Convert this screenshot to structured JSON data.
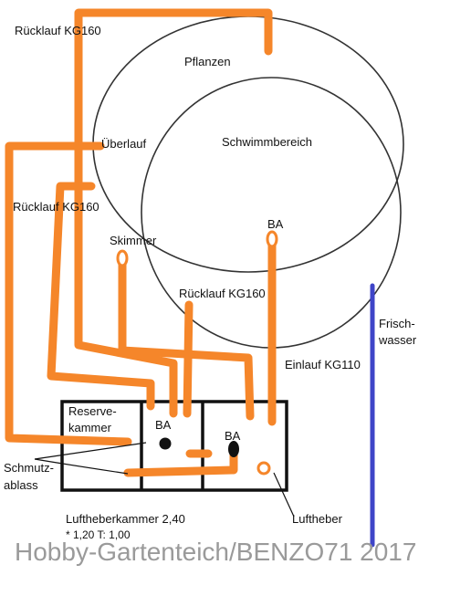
{
  "labels": {
    "ruecklauf_top": "Rücklauf KG160",
    "pflanzen": "Pflanzen",
    "ueberlauf": "Überlauf",
    "schwimmbereich": "Schwimmbereich",
    "ruecklauf_mid": "Rücklauf KG160",
    "ba_pond": "BA",
    "skimmer": "Skimmer",
    "ruecklauf_inner": "Rücklauf KG160",
    "frisch_1": "Frisch-",
    "frisch_2": "wasser",
    "einlauf": "Einlauf KG110",
    "reserve_1": "Reserve-",
    "reserve_2": "kammer",
    "ba_left": "BA",
    "ba_right": "BA",
    "schmutz_1": "Schmutz-",
    "schmutz_2": "ablass",
    "luftheber": "Luftheber",
    "kammer_1": "Luftheberkammer 2,40",
    "kammer_2": "* 1,20  T: 1,00",
    "watermark": "Hobby-Gartenteich/BENZO71 2017"
  },
  "colors": {
    "pipe": "#f5862a",
    "freshwater_pipe": "#3f45c8",
    "outline": "#111111",
    "watermark": "#9a9a9a"
  }
}
